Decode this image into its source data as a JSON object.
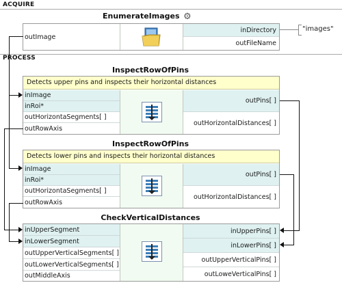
{
  "sections": {
    "acquire": "ACQUIRE",
    "process": "PROCESS"
  },
  "enumerate": {
    "title": "EnumerateImages",
    "outputs_left": [
      "outImage"
    ],
    "inputs_right": [
      "inDirectory",
      "outFileName"
    ],
    "directory_value": "\"images\""
  },
  "inspect1": {
    "title": "InspectRowOfPins",
    "description": "Detects upper pins and inspects their horizontal distances",
    "inputs": [
      "inImage",
      "inRoi*",
      "outHorizontaSegments[ ]",
      "outRowAxis"
    ],
    "outputs": [
      "outPins[ ]",
      "outHorizontalDistances[ ]"
    ]
  },
  "inspect2": {
    "title": "InspectRowOfPins",
    "description": "Detects lower pins and inspects their horizontal distances",
    "inputs": [
      "inImage",
      "inRoi*",
      "outHorizontaSegments[ ]",
      "outRowAxis"
    ],
    "outputs": [
      "outPins[ ]",
      "outHorizontalDistances[ ]"
    ]
  },
  "check": {
    "title": "CheckVerticalDistances",
    "inputs": [
      "inUpperSegment",
      "inLowerSegment",
      "outUpperVerticalSegments[ ]",
      "outLowerVerticalSegments[ ]",
      "outMiddleAxis"
    ],
    "outputs": [
      "inUpperPins[ ]",
      "inLowerPins[ ]",
      "outUpperVerticalPins[ ]",
      "outLoweVerticalPins[ ]"
    ]
  }
}
